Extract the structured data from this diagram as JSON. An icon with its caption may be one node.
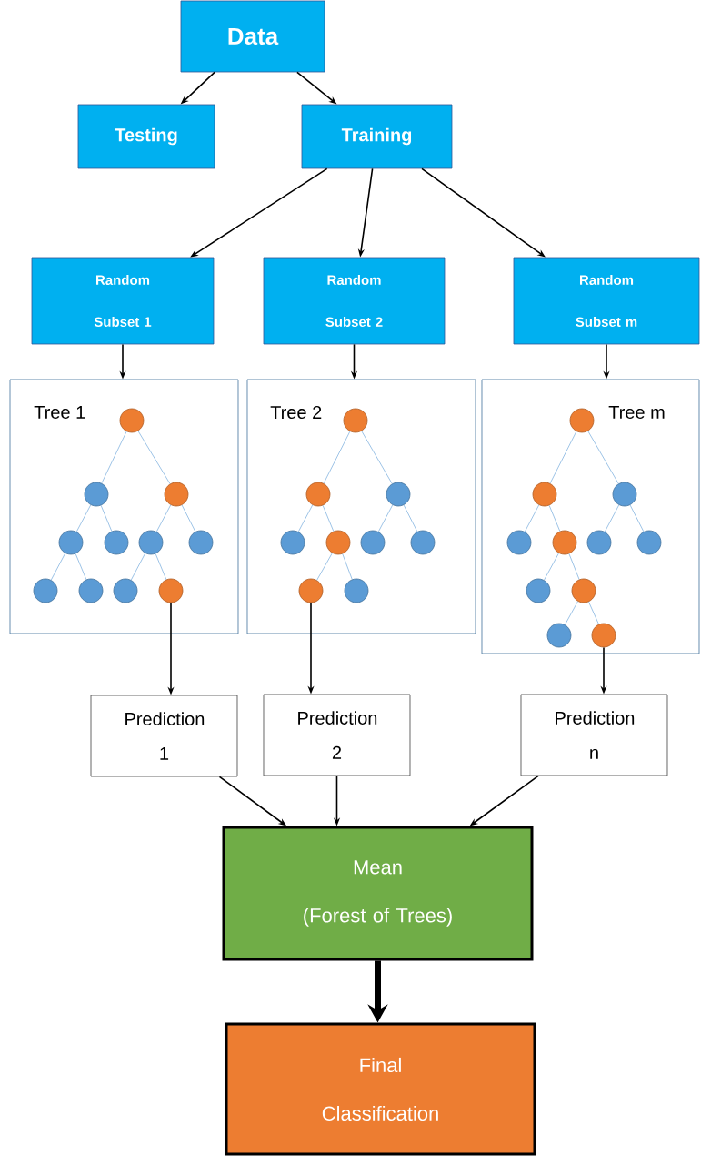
{
  "diagram": {
    "nodes": [
      {
        "text": [
          "Data"
        ]
      },
      {
        "text": [
          "Testing"
        ]
      },
      {
        "text": [
          "Training"
        ]
      },
      {
        "text": [
          "Random Subset 1"
        ]
      },
      {
        "text": [
          "Random Subset 2"
        ]
      },
      {
        "text": [
          "Random Subset m"
        ]
      },
      {
        "text": [
          "Tree 1"
        ]
      },
      {
        "text": [],
        "shape": "circle",
        "in": 6
      },
      {
        "text": [],
        "shape": "circle",
        "in": 6
      },
      {
        "text": [],
        "shape": "circle",
        "in": 6
      },
      {
        "text": [],
        "shape": "circle",
        "in": 6
      },
      {
        "text": [],
        "shape": "circle",
        "in": 6
      },
      {
        "text": [],
        "shape": "circle",
        "in": 6
      },
      {
        "text": [],
        "shape": "circle",
        "in": 6
      },
      {
        "text": [],
        "shape": "circle",
        "in": 6
      },
      {
        "text": [],
        "shape": "circle",
        "in": 6
      },
      {
        "text": [],
        "shape": "circle",
        "in": 6
      },
      {
        "text": [],
        "shape": "circle",
        "in": 6
      },
      {
        "text": [
          "Tree 2"
        ]
      },
      {
        "text": [],
        "shape": "circle",
        "in": 18
      },
      {
        "text": [],
        "shape": "circle",
        "in": 18
      },
      {
        "text": [],
        "shape": "circle",
        "in": 18
      },
      {
        "text": [],
        "shape": "circle",
        "in": 18
      },
      {
        "text": [],
        "shape": "circle",
        "in": 18
      },
      {
        "text": [],
        "shape": "circle",
        "in": 18
      },
      {
        "text": [],
        "shape": "circle",
        "in": 18
      },
      {
        "text": [],
        "shape": "circle",
        "in": 18
      },
      {
        "text": [],
        "shape": "circle",
        "in": 18
      },
      {
        "text": [
          "Tree m"
        ]
      },
      {
        "text": [],
        "shape": "circle",
        "in": 28
      },
      {
        "text": [],
        "shape": "circle",
        "in": 28
      },
      {
        "text": [],
        "shape": "circle",
        "in": 28
      },
      {
        "text": [],
        "shape": "circle",
        "in": 28
      },
      {
        "text": [],
        "shape": "circle",
        "in": 28
      },
      {
        "text": [],
        "shape": "circle",
        "in": 28
      },
      {
        "text": [],
        "shape": "circle",
        "in": 28
      },
      {
        "text": [],
        "shape": "circle",
        "in": 28
      },
      {
        "text": [],
        "shape": "circle",
        "in": 28
      },
      {
        "text": [],
        "shape": "circle",
        "in": 28
      },
      {
        "text": [],
        "shape": "circle",
        "in": 28
      },
      {
        "text": [
          "Prediction 1"
        ]
      },
      {
        "text": [
          "Prediction 2"
        ]
      },
      {
        "text": [
          "Prediction n"
        ]
      },
      {
        "text": [
          "Mean",
          "(Forest of Trees)"
        ]
      },
      {
        "text": [
          "Final Classification"
        ]
      }
    ],
    "edges": [
      {
        "from": 0,
        "to": 1,
        "arrow": "to",
        "color": "#000000"
      },
      {
        "from": 0,
        "to": 2,
        "arrow": "to",
        "color": "#000000"
      },
      {
        "from": 2,
        "to": 3,
        "arrow": "to",
        "color": "#000000"
      },
      {
        "from": 2,
        "to": 4,
        "arrow": "to",
        "color": "#000000"
      },
      {
        "from": 2,
        "to": 5,
        "arrow": "to",
        "color": "#000000"
      },
      {
        "from": 3,
        "to": 6,
        "arrow": "to",
        "color": "#000000"
      },
      {
        "from": 4,
        "to": 18,
        "arrow": "to",
        "color": "#000000"
      },
      {
        "from": 5,
        "to": 28,
        "arrow": "to",
        "color": "#000000"
      },
      {
        "from": 7,
        "to": 8,
        "arrow": "none"
      },
      {
        "from": 7,
        "to": 9,
        "arrow": "none"
      },
      {
        "from": 8,
        "to": 10,
        "arrow": "none"
      },
      {
        "from": 8,
        "to": 11,
        "arrow": "none"
      },
      {
        "from": 9,
        "to": 12,
        "arrow": "none"
      },
      {
        "from": 9,
        "to": 13,
        "arrow": "none"
      },
      {
        "from": 10,
        "to": 14,
        "arrow": "none"
      },
      {
        "from": 10,
        "to": 15,
        "arrow": "none"
      },
      {
        "from": 12,
        "to": 16,
        "arrow": "none"
      },
      {
        "from": 12,
        "to": 17,
        "arrow": "none"
      },
      {
        "from": 19,
        "to": 20,
        "arrow": "none"
      },
      {
        "from": 19,
        "to": 21,
        "arrow": "none"
      },
      {
        "from": 20,
        "to": 22,
        "arrow": "none"
      },
      {
        "from": 20,
        "to": 23,
        "arrow": "none"
      },
      {
        "from": 21,
        "to": 24,
        "arrow": "none"
      },
      {
        "from": 21,
        "to": 25,
        "arrow": "none"
      },
      {
        "from": 23,
        "to": 26,
        "arrow": "none"
      },
      {
        "from": 23,
        "to": 27,
        "arrow": "none"
      },
      {
        "from": 29,
        "to": 30,
        "arrow": "none"
      },
      {
        "from": 29,
        "to": 31,
        "arrow": "none"
      },
      {
        "from": 30,
        "to": 32,
        "arrow": "none"
      },
      {
        "from": 30,
        "to": 33,
        "arrow": "none"
      },
      {
        "from": 31,
        "to": 34,
        "arrow": "none"
      },
      {
        "from": 31,
        "to": 35,
        "arrow": "none"
      },
      {
        "from": 33,
        "to": 36,
        "arrow": "none"
      },
      {
        "from": 33,
        "to": 37,
        "arrow": "none"
      },
      {
        "from": 37,
        "to": 38,
        "arrow": "none"
      },
      {
        "from": 37,
        "to": 39,
        "arrow": "none"
      },
      {
        "from": 17,
        "to": 40,
        "arrow": "to",
        "color": "#000000"
      },
      {
        "from": 26,
        "to": 41,
        "arrow": "to",
        "color": "#000000"
      },
      {
        "from": 39,
        "to": 42,
        "arrow": "to",
        "color": "#000000"
      },
      {
        "from": 40,
        "to": 43,
        "arrow": "to",
        "color": "#000000"
      },
      {
        "from": 41,
        "to": 43,
        "arrow": "to",
        "color": "#000000"
      },
      {
        "from": 42,
        "to": 43,
        "arrow": "to",
        "color": "#000000"
      },
      {
        "from": 43,
        "to": 44,
        "arrow": "to",
        "style": "thick",
        "color": "#000000"
      }
    ]
  }
}
